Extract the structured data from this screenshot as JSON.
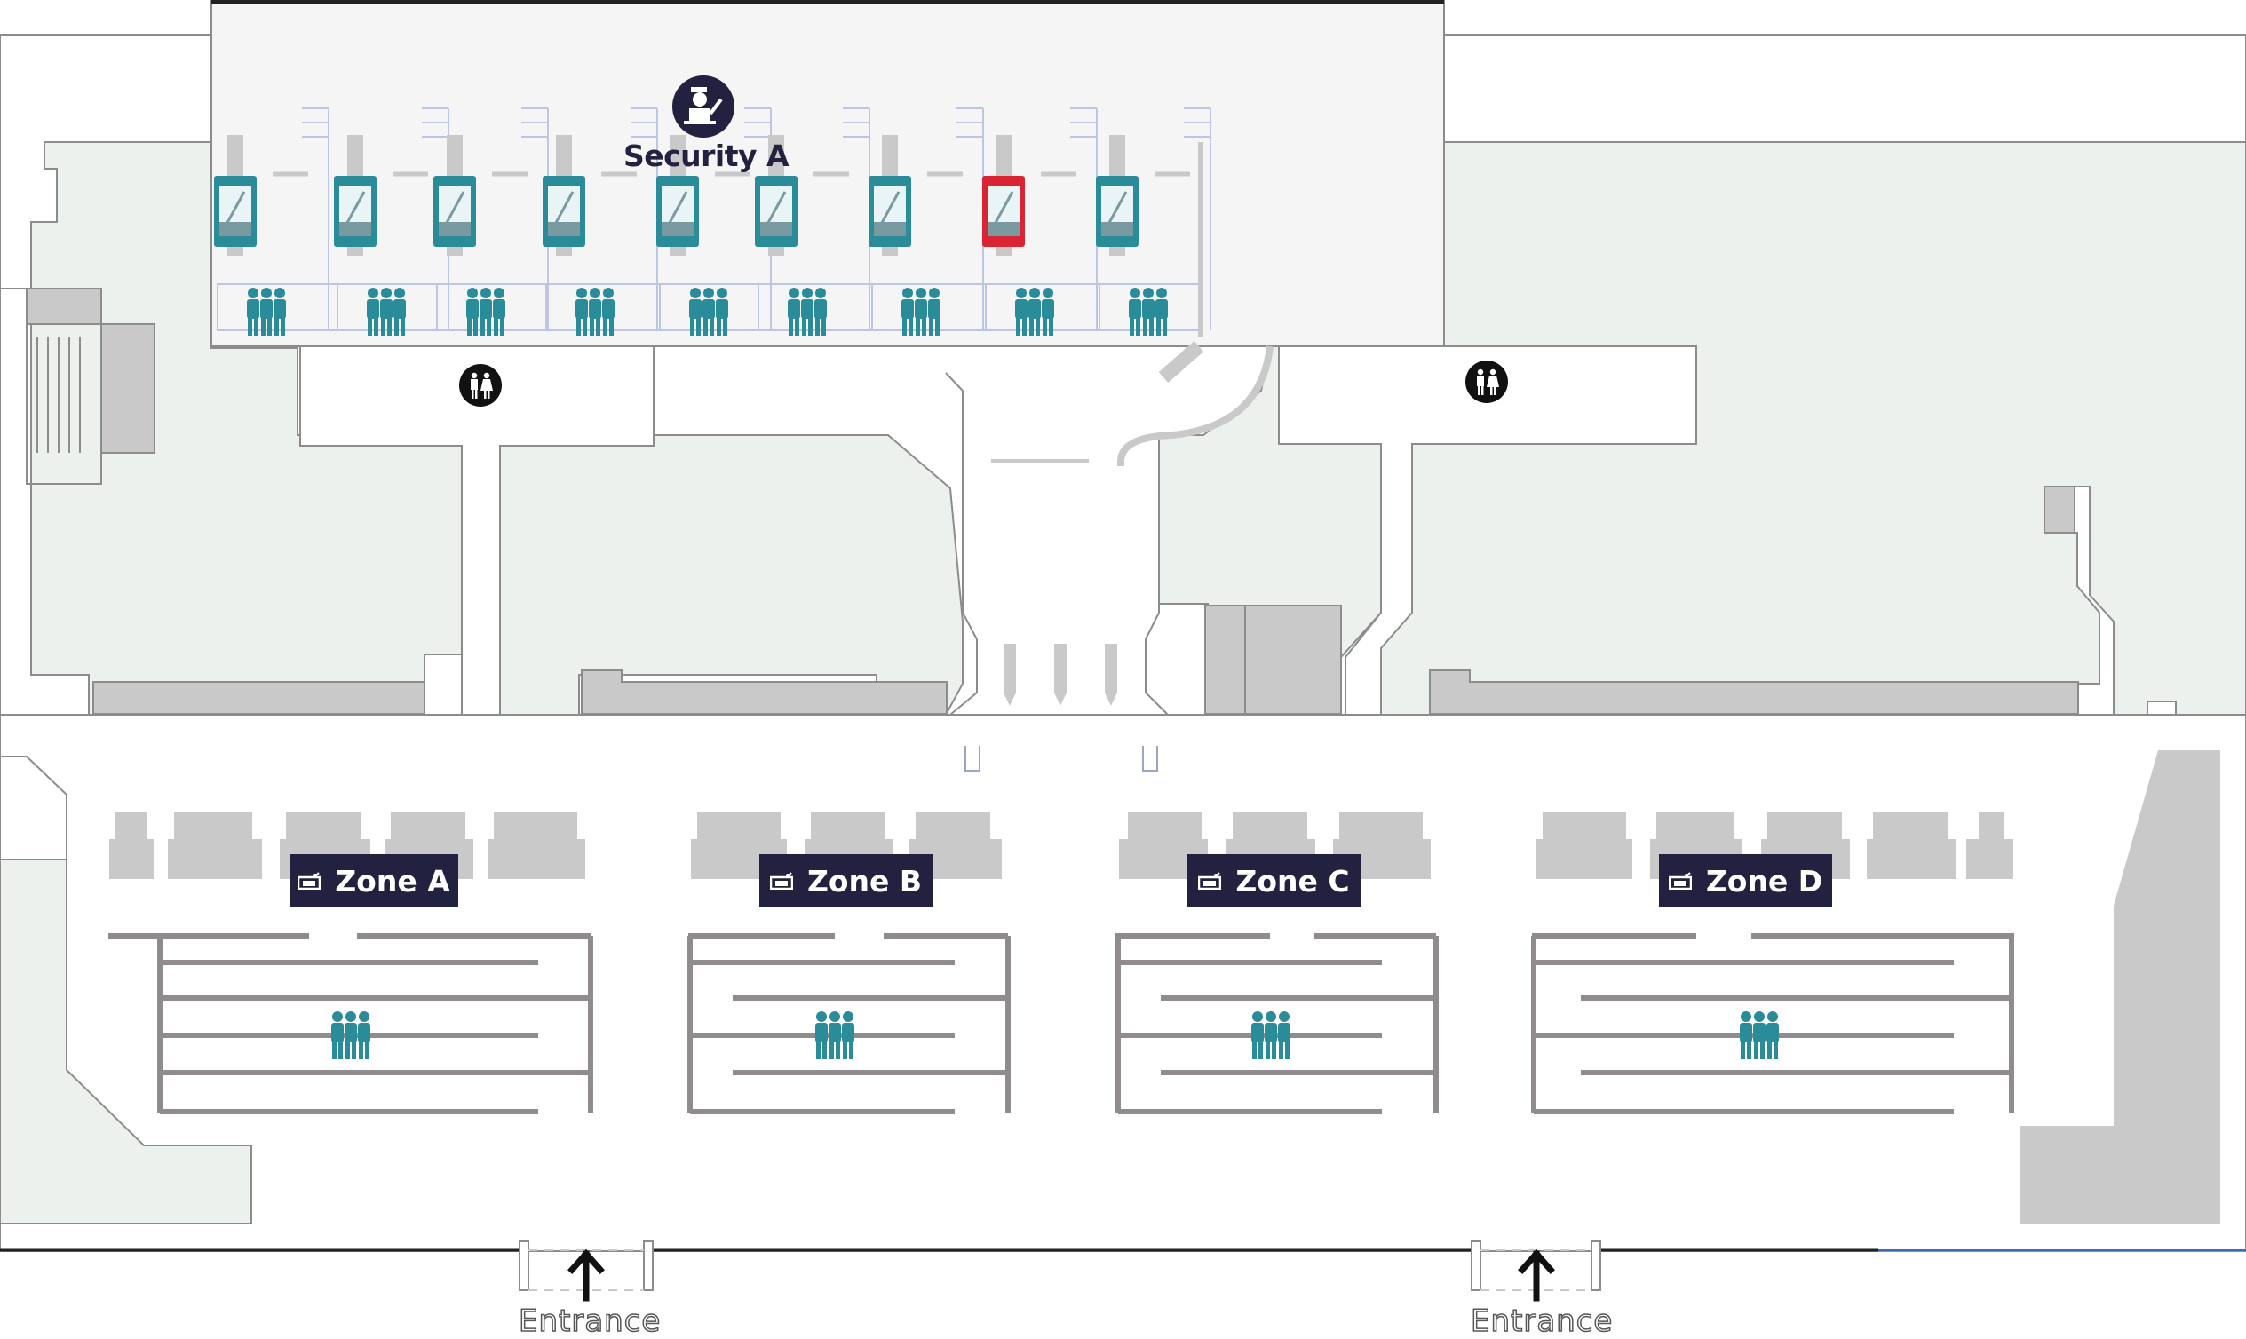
{
  "security": {
    "title": "Security A",
    "icon": "security-officer-icon",
    "lanes": [
      {
        "status": "open"
      },
      {
        "status": "open"
      },
      {
        "status": "open"
      },
      {
        "status": "open"
      },
      {
        "status": "open"
      },
      {
        "status": "open"
      },
      {
        "status": "open"
      },
      {
        "status": "closed"
      },
      {
        "status": "open"
      }
    ]
  },
  "restrooms": [
    {
      "icon": "restroom-icon"
    },
    {
      "icon": "restroom-icon"
    }
  ],
  "zones": [
    {
      "label": "Zone A",
      "icon": "baggage-icon"
    },
    {
      "label": "Zone B",
      "icon": "baggage-icon"
    },
    {
      "label": "Zone C",
      "icon": "baggage-icon"
    },
    {
      "label": "Zone D",
      "icon": "baggage-icon"
    }
  ],
  "entrances": [
    {
      "label": "Entrance",
      "icon": "arrow-up-icon"
    },
    {
      "label": "Entrance",
      "icon": "arrow-up-icon"
    }
  ],
  "colors": {
    "lane_open": "#2a8c99",
    "lane_closed": "#d92433",
    "queue_people": "#2a8c99",
    "label_bg": "#22213f",
    "area_fill": "#edf1ee",
    "security_fill": "#f5f5f5",
    "block_fill": "#c9c9c9",
    "wall": "#8c8c8c"
  }
}
